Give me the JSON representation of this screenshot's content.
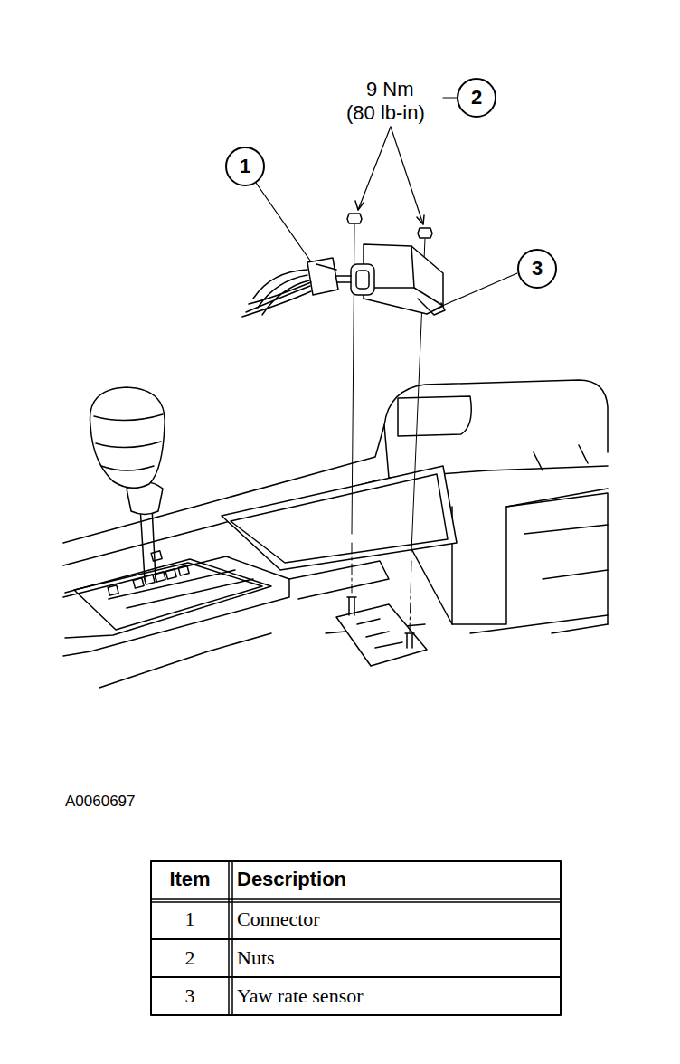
{
  "diagram": {
    "nodes": [
      {
        "text": [
          "1"
        ]
      },
      {
        "text": [
          "2"
        ]
      },
      {
        "text": [
          "3"
        ]
      }
    ],
    "labels": [
      "9 Nm",
      "(80 lb-in)",
      "A0060697",
      "Item",
      "Description",
      "1",
      "Connector",
      "2",
      "Nuts",
      "3",
      "Yaw rate sensor"
    ]
  }
}
